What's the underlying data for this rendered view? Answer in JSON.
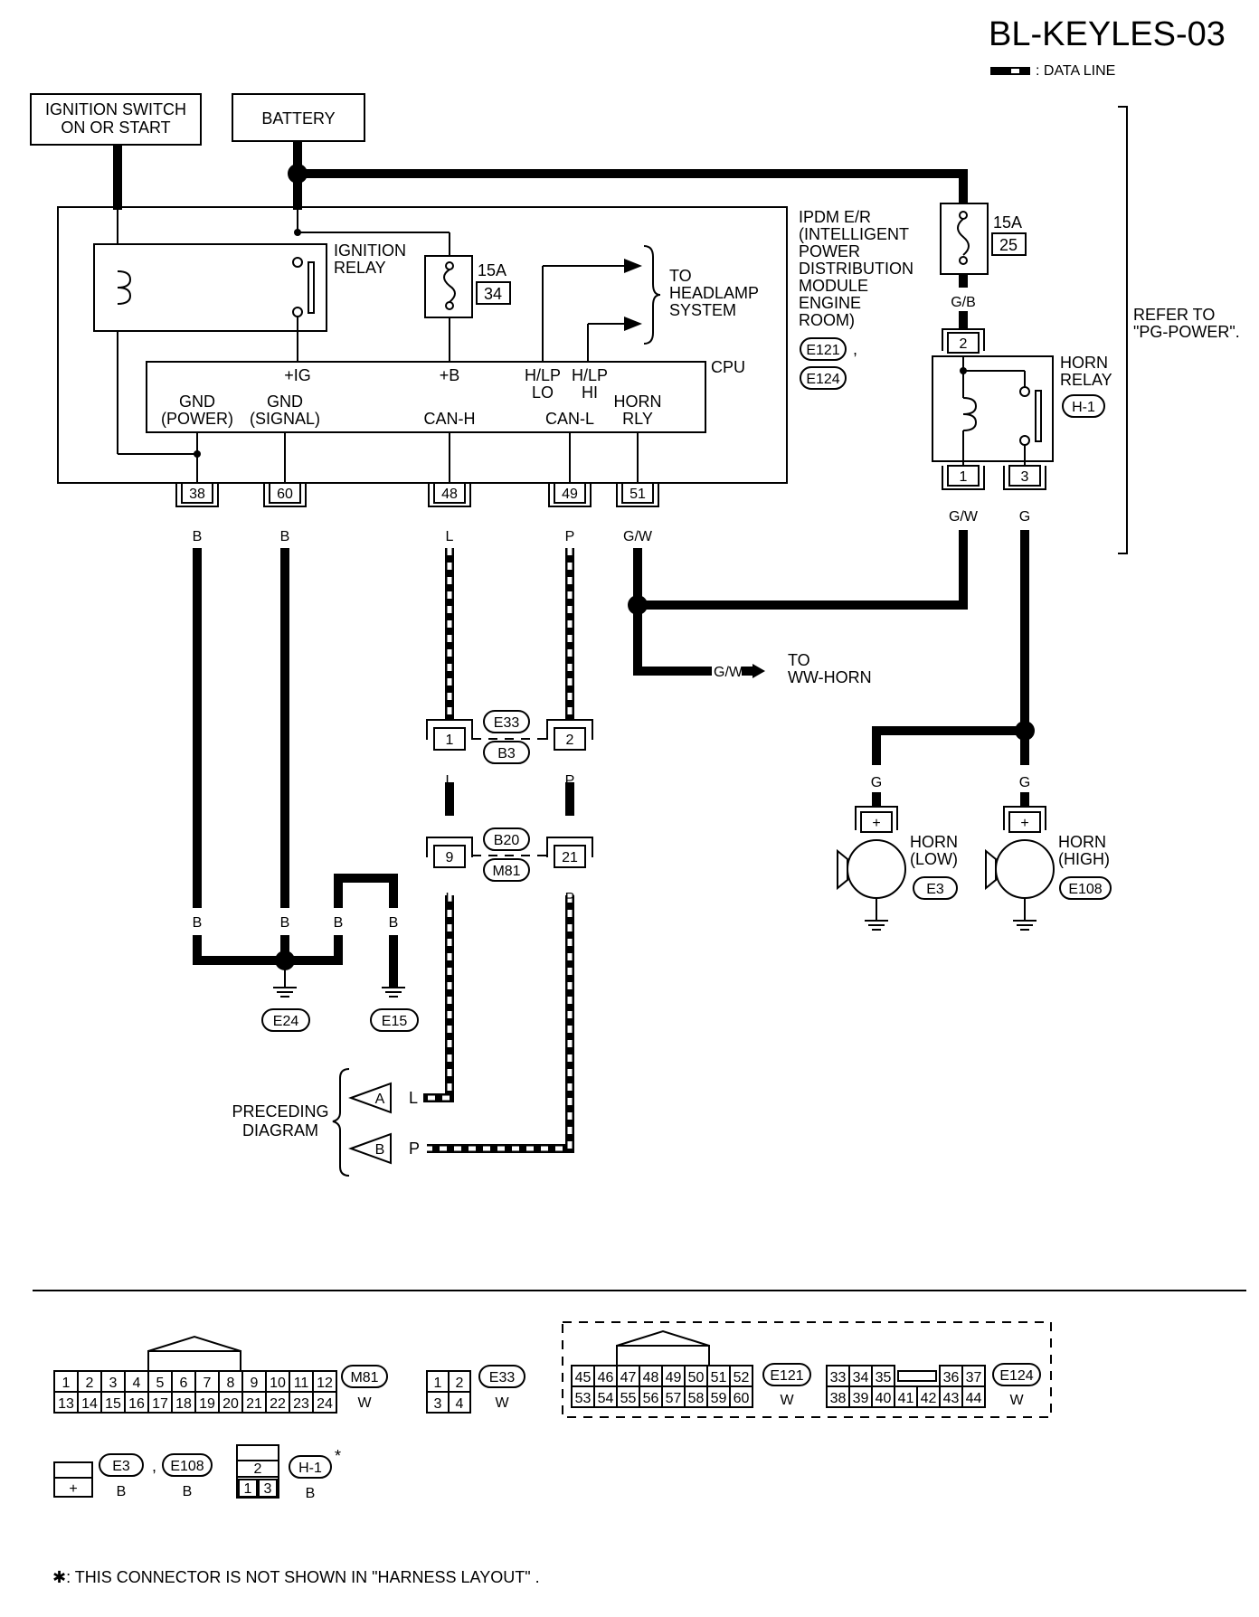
{
  "page_id": "BL-KEYLES-03",
  "legend": {
    "data_line": ": DATA LINE"
  },
  "sources": {
    "ignition_switch": [
      "IGNITION SWITCH",
      "ON OR START"
    ],
    "battery": "BATTERY"
  },
  "ipdm": {
    "lines": [
      "IPDM E/R",
      "(INTELLIGENT",
      "POWER",
      "DISTRIBUTION",
      "MODULE",
      "ENGINE",
      "ROOM)"
    ],
    "connectors": [
      "E121",
      "E124"
    ],
    "ignition_relay": [
      "IGNITION",
      "RELAY"
    ],
    "fuse_internal": {
      "rating": "15A",
      "number": "34"
    },
    "to_headlamp": [
      "TO",
      "HEADLAMP",
      "SYSTEM"
    ],
    "cpu": "CPU",
    "cpu_pins": {
      "ig": "+IG",
      "b": "+B",
      "hlp_lo": [
        "H/LP",
        "LO"
      ],
      "hlp_hi": [
        "H/LP",
        "HI"
      ],
      "gnd_power": [
        "GND",
        "(POWER)"
      ],
      "gnd_signal": [
        "GND",
        "(SIGNAL)"
      ],
      "can_h": "CAN-H",
      "can_l": "CAN-L",
      "horn_rly": [
        "HORN",
        "RLY"
      ]
    },
    "terminals": [
      "38",
      "60",
      "48",
      "49",
      "51"
    ],
    "terminal_colors": [
      "B",
      "B",
      "L",
      "P",
      "G/W"
    ]
  },
  "fuse_external": {
    "rating": "15A",
    "number": "25",
    "wire": "G/B"
  },
  "horn_relay": {
    "label": [
      "HORN",
      "RELAY"
    ],
    "connector": "H-1",
    "pins": {
      "top": "2",
      "left": "1",
      "right": "3"
    },
    "wire_left": "G/W",
    "wire_right": "G"
  },
  "refer_to": [
    "REFER TO",
    "\"PG-POWER\"."
  ],
  "ww_horn": {
    "wire": "G/W",
    "text": [
      "TO",
      "WW-HORN"
    ]
  },
  "joints": {
    "j1": {
      "pins": [
        "1",
        "2"
      ],
      "connectors": [
        "E33",
        "B3"
      ],
      "wires": [
        "L",
        "P"
      ]
    },
    "j2": {
      "pins": [
        "9",
        "21"
      ],
      "connectors": [
        "B20",
        "M81"
      ],
      "wires": [
        "L",
        "P"
      ]
    }
  },
  "ground": {
    "wires": [
      "B",
      "B",
      "B",
      "B"
    ],
    "points": [
      "E24",
      "E15"
    ]
  },
  "preceding": {
    "label": [
      "PRECEDING",
      "DIAGRAM"
    ],
    "a": "A",
    "b": "B",
    "wire_a": "L",
    "wire_b": "P"
  },
  "horns": [
    {
      "label": [
        "HORN",
        "(LOW)"
      ],
      "connector": "E3",
      "wire": "G",
      "pin": "+"
    },
    {
      "label": [
        "HORN",
        "(HIGH)"
      ],
      "connector": "E108",
      "wire": "G",
      "pin": "+"
    }
  ],
  "connector_views": {
    "m81": {
      "id": "M81",
      "color": "W",
      "row1": [
        "1",
        "2",
        "3",
        "4",
        "5",
        "6",
        "7",
        "8",
        "9",
        "10",
        "11",
        "12"
      ],
      "row2": [
        "13",
        "14",
        "15",
        "16",
        "17",
        "18",
        "19",
        "20",
        "21",
        "22",
        "23",
        "24"
      ]
    },
    "e33": {
      "id": "E33",
      "color": "W",
      "row1": [
        "1",
        "2"
      ],
      "row2": [
        "3",
        "4"
      ]
    },
    "e121": {
      "id": "E121",
      "color": "W",
      "row1": [
        "45",
        "46",
        "47",
        "48",
        "49",
        "50",
        "51",
        "52"
      ],
      "row2": [
        "53",
        "54",
        "55",
        "56",
        "57",
        "58",
        "59",
        "60"
      ]
    },
    "e124": {
      "id": "E124",
      "color": "W",
      "row1": [
        "33",
        "34",
        "35",
        "36",
        "37"
      ],
      "row2": [
        "38",
        "39",
        "40",
        "41",
        "42",
        "43",
        "44"
      ]
    },
    "e3": {
      "id": "E3",
      "color": "B",
      "pin": "+"
    },
    "e108": {
      "id": "E108",
      "color": "B"
    },
    "h1": {
      "id": "H-1",
      "color": "B",
      "top": "2",
      "bottom": [
        "1",
        "3"
      ],
      "star": "*"
    },
    "comma": ","
  },
  "footnote": "✱: THIS CONNECTOR IS NOT SHOWN IN \"HARNESS LAYOUT\" ."
}
